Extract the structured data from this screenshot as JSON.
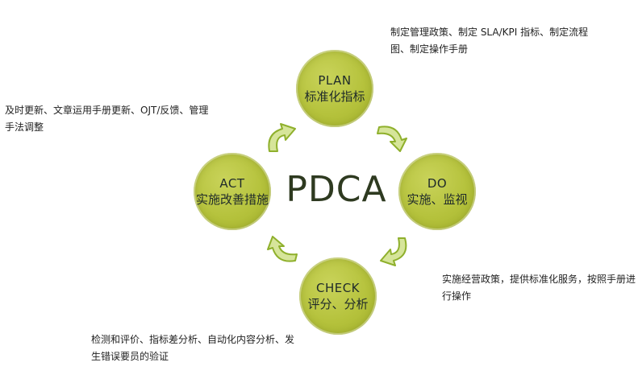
{
  "title": "PDCA",
  "plan": {
    "en": "PLAN",
    "cn": "标准化指标",
    "note": "制定管理政策、制定 SLA/KPI 指标、制定流程图、制定操作手册"
  },
  "do": {
    "en": "DO",
    "cn": "实施、监视",
    "note": "实施经营政策，提供标准化服务，按照手册进行操作"
  },
  "check": {
    "en": "CHECK",
    "cn": "评分、分析",
    "note": "检测和评价、指标差分析、自动化内容分析、发生错误要员的验证"
  },
  "act": {
    "en": "ACT",
    "cn": "实施改善措施",
    "note": "及时更新、文章运用手册更新、OJT/反馈、管理手法调整"
  },
  "colors": {
    "circle": "#b5c23c",
    "arrow": "#8fb02c",
    "text": "#1f2a2a"
  }
}
